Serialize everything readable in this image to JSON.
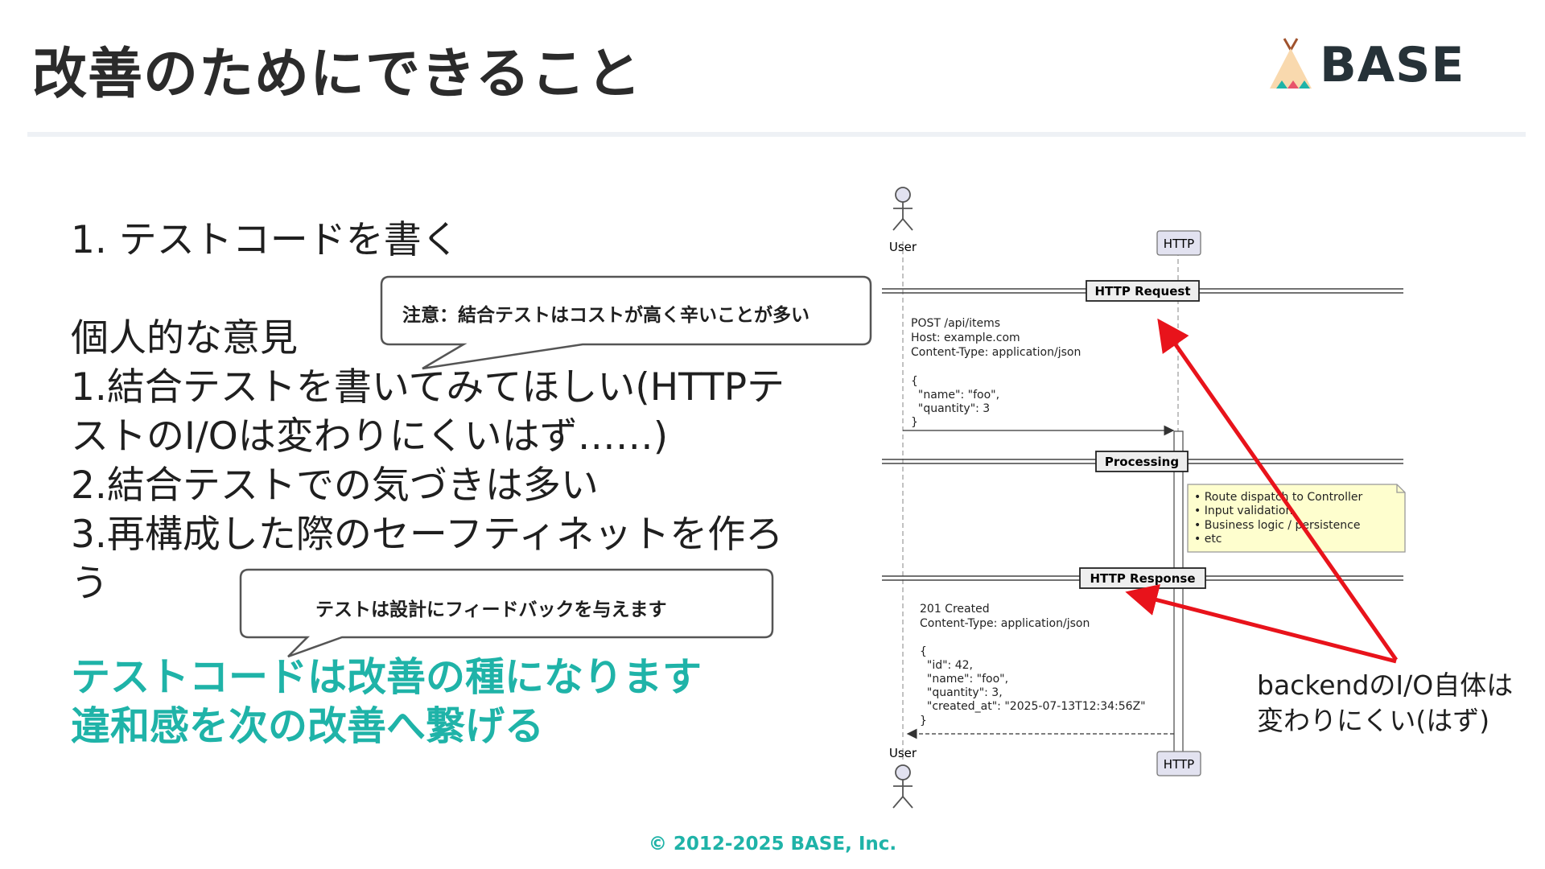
{
  "slide": {
    "title": "改善のためにできること",
    "logo_text": "BASE",
    "main_heading": "1. テストコードを書く",
    "opinion_heading": "個人的な意見",
    "opinion_lines": [
      "1.結合テストを書いてみてほしい(HTTPテ",
      "ストのI/Oは変わりにくいはず……)",
      "2.結合テストでの気づきは多い",
      "3.再構成した際のセーフティネットを作ろ",
      "う"
    ],
    "takeaway_lines": [
      "テストコードは改善の種になります",
      "違和感を次の改善へ繋げる"
    ],
    "callouts": {
      "note1": "注意：結合テストはコストが高く辛いことが多い",
      "note2": "テストは設計にフィードバックを与えます"
    },
    "side_note_lines": [
      "backendのI/O自体は",
      "変わりにくい(はず)"
    ],
    "footer": "© 2012-2025 BASE, Inc."
  },
  "sequence_diagram": {
    "participants": {
      "user": "User",
      "http": "HTTP"
    },
    "sections": {
      "request": "HTTP Request",
      "processing": "Processing",
      "response": "HTTP Response"
    },
    "request_lines": [
      "POST /api/items",
      "Host: example.com",
      "Content-Type: application/json",
      "",
      "{",
      "  \"name\": \"foo\",",
      "  \"quantity\": 3",
      "}"
    ],
    "processing_notes": [
      "• Route dispatch to Controller",
      "• Input validation",
      "• Business logic / persistence",
      "• etc"
    ],
    "response_lines": [
      "201 Created",
      "Content-Type: application/json",
      "",
      "{",
      "  \"id\": 42,",
      "  \"name\": \"foo\",",
      "  \"quantity\": 3,",
      "  \"created_at\": \"2025-07-13T12:34:56Z\"",
      "}"
    ]
  },
  "colors": {
    "accent": "#1fb3a8",
    "arrow": "#e8131b",
    "note_fill": "#fefece",
    "participant_fill": "#e2e2f0"
  },
  "icons": {
    "logo": "teepee-icon",
    "actor": "stick-figure-icon"
  }
}
